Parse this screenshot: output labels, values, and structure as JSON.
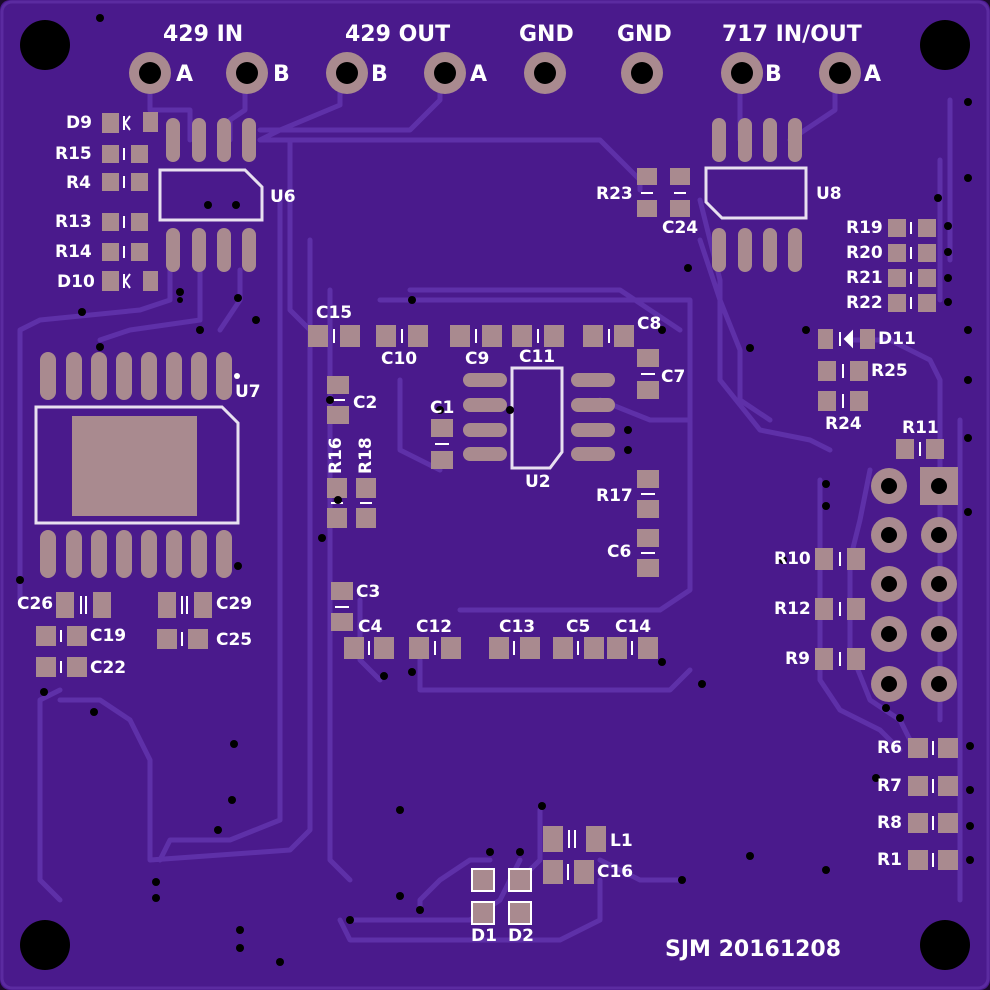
{
  "board": {
    "signature": "SJM 20161208"
  },
  "header": {
    "groups": [
      {
        "label": "429 IN"
      },
      {
        "label": "429 OUT"
      },
      {
        "label": "GND"
      },
      {
        "label": "GND"
      },
      {
        "label": "717 IN/OUT"
      }
    ],
    "pin_letters": [
      "A",
      "B",
      "B",
      "A",
      "B",
      "A"
    ]
  },
  "labels": {
    "d9": "D9",
    "r15": "R15",
    "r4": "R4",
    "r13": "R13",
    "r14": "R14",
    "d10": "D10",
    "u6": "U6",
    "u7": "U7",
    "u8": "U8",
    "u2": "U2",
    "r23": "R23",
    "c24": "C24",
    "r19": "R19",
    "r20": "R20",
    "r21": "R21",
    "r22": "R22",
    "d11": "D11",
    "r25": "R25",
    "r24": "R24",
    "r11": "R11",
    "c15": "C15",
    "c10": "C10",
    "c9": "C9",
    "c11": "C11",
    "c8": "C8",
    "c7": "C7",
    "c1": "C1",
    "c2": "C2",
    "r16": "R16",
    "r18": "R18",
    "r17": "R17",
    "c6": "C6",
    "c3": "C3",
    "c4": "C4",
    "c12": "C12",
    "c13": "C13",
    "c5": "C5",
    "c14": "C14",
    "c26": "C26",
    "c29": "C29",
    "c19": "C19",
    "c25": "C25",
    "c22": "C22",
    "r10": "R10",
    "r12": "R12",
    "r9": "R9",
    "r6": "R6",
    "r7": "R7",
    "r8": "R8",
    "r1": "R1",
    "l1": "L1",
    "c16": "C16",
    "d1": "D1",
    "d2": "D2"
  },
  "colors": {
    "board": "#4a1a8c",
    "board_edge": "#5b2ba0",
    "trace": "#5e30a8",
    "pad": "#a98a8f",
    "silk": "#ffffff",
    "hole": "#000000"
  }
}
